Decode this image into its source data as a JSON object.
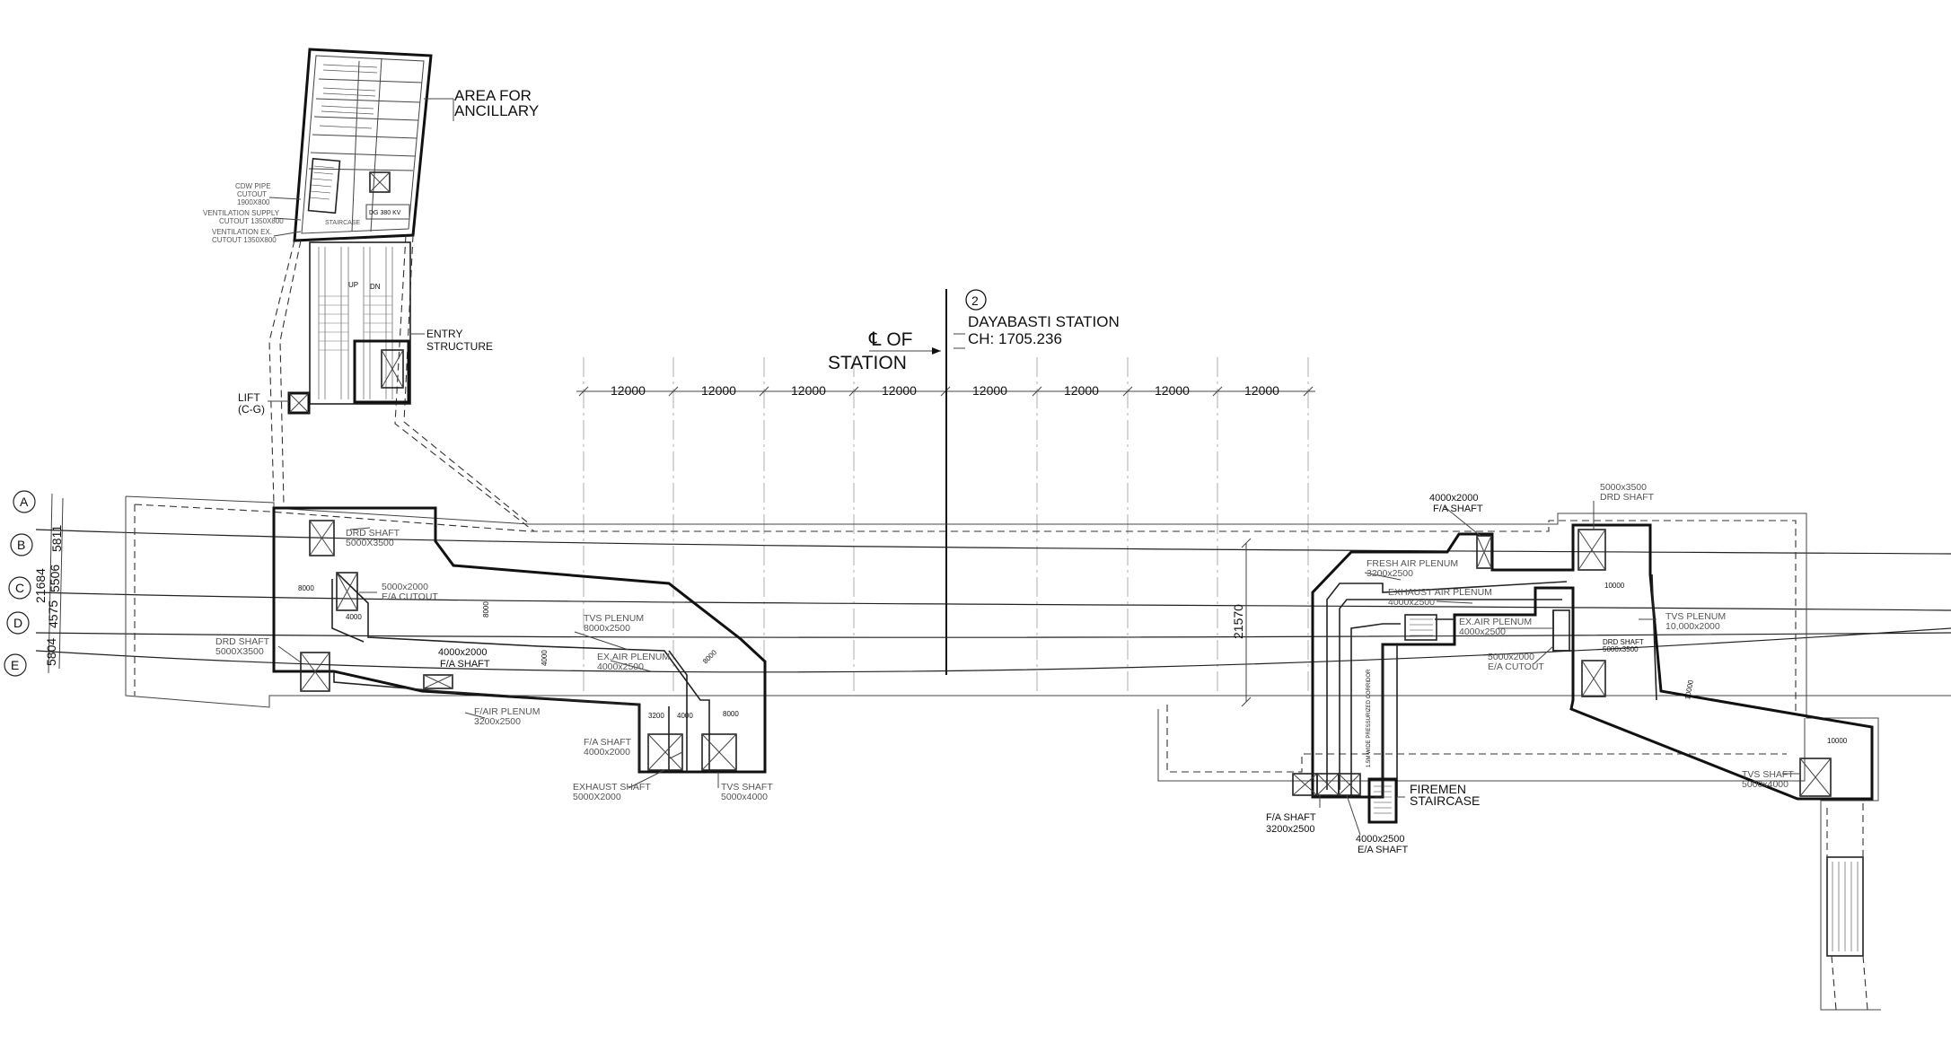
{
  "grid_axes": [
    "A",
    "B",
    "C",
    "D",
    "E"
  ],
  "grid_offsets": {
    "total": "21684",
    "values": [
      "5804",
      "4575",
      "5506",
      "5811"
    ]
  },
  "bay_spacing": [
    "12000",
    "12000",
    "12000",
    "12000",
    "12000",
    "12000",
    "12000",
    "12000"
  ],
  "centerline": {
    "marker": "2",
    "station_name": "DAYABASTI STATION",
    "chainage": "CH: 1705.236",
    "cl_label_line1": "℄ OF",
    "cl_label_line2": "STATION"
  },
  "overall_width": "21570",
  "entry_block": {
    "ancillary_line1": "AREA FOR",
    "ancillary_line2": "ANCILLARY",
    "entry_line1": "ENTRY",
    "entry_line2": "STRUCTURE",
    "lift_line1": "LIFT",
    "lift_line2": "(C-G)",
    "staircase": "STAIRCASE",
    "dg": "DG 380 KV",
    "cdw_pipe": [
      "CDW PIPE",
      "CUTOUT",
      "1900X800"
    ],
    "vent_supply": [
      "VENTILATION SUPPLY",
      "CUTOUT 1350X800"
    ],
    "vent_exhaust": [
      "VENTILATION EX.",
      "CUTOUT 1350X800"
    ],
    "up": "UP",
    "dn": "DN"
  },
  "west_end": {
    "drd_shaft_top": [
      "DRD SHAFT",
      "5000X3500"
    ],
    "drd_shaft_bottom": [
      "DRD SHAFT",
      "5000X3500"
    ],
    "ea_cutout": [
      "5000x2000",
      "E/A CUTOUT"
    ],
    "fa_shaft": [
      "4000x2000",
      "F/A SHAFT"
    ],
    "tvs_plenum": [
      "TVS PLENUM",
      "8000x2500"
    ],
    "ex_air_plenum": [
      "EX.AIR PLENUM",
      "4000x2500"
    ],
    "f_air_plenum": [
      "F/AIR PLENUM",
      "3200x2500"
    ],
    "fa_shaft_small": [
      "F/A SHAFT",
      "4000x2000"
    ],
    "exhaust_shaft": [
      "EXHAUST SHAFT",
      "5000X2000"
    ],
    "tvs_shaft": [
      "TVS SHAFT",
      "5000x4000"
    ],
    "dims": [
      "8000",
      "4000",
      "8000",
      "4000",
      "8000",
      "3200",
      "4000",
      "8000"
    ]
  },
  "east_end": {
    "fa_shaft_top": [
      "4000x2000",
      "F/A SHAFT"
    ],
    "drd_shaft_top": [
      "5000x3500",
      "DRD SHAFT"
    ],
    "fresh_air_plenum": [
      "FRESH AIR PLENUM",
      "3200x2500"
    ],
    "exhaust_air_plenum": [
      "EXHAUST AIR PLENUM",
      "4000x2500"
    ],
    "ex_air_plenum": [
      "EX.AIR PLENUM",
      "4000x2500"
    ],
    "ea_cutout": [
      "5000x2000",
      "E/A CUTOUT"
    ],
    "drd_shaft_small": [
      "DRD SHAFT",
      "5000x3500"
    ],
    "tvs_plenum": [
      "TVS PLENUM",
      "10,000x2000"
    ],
    "tvs_shaft": [
      "TVS SHAFT",
      "5000x4000"
    ],
    "fa_shaft_bottom": [
      "F/A SHAFT",
      "3200x2500"
    ],
    "ea_shaft_bottom": [
      "4000x2500",
      "E/A SHAFT"
    ],
    "firemen_line1": "FIREMEN",
    "firemen_line2": "STAIRCASE",
    "corridor": "1.5M WIDE PRESSURIZED CORRIDOR",
    "dims": [
      "10000",
      "10000",
      "10000"
    ]
  }
}
